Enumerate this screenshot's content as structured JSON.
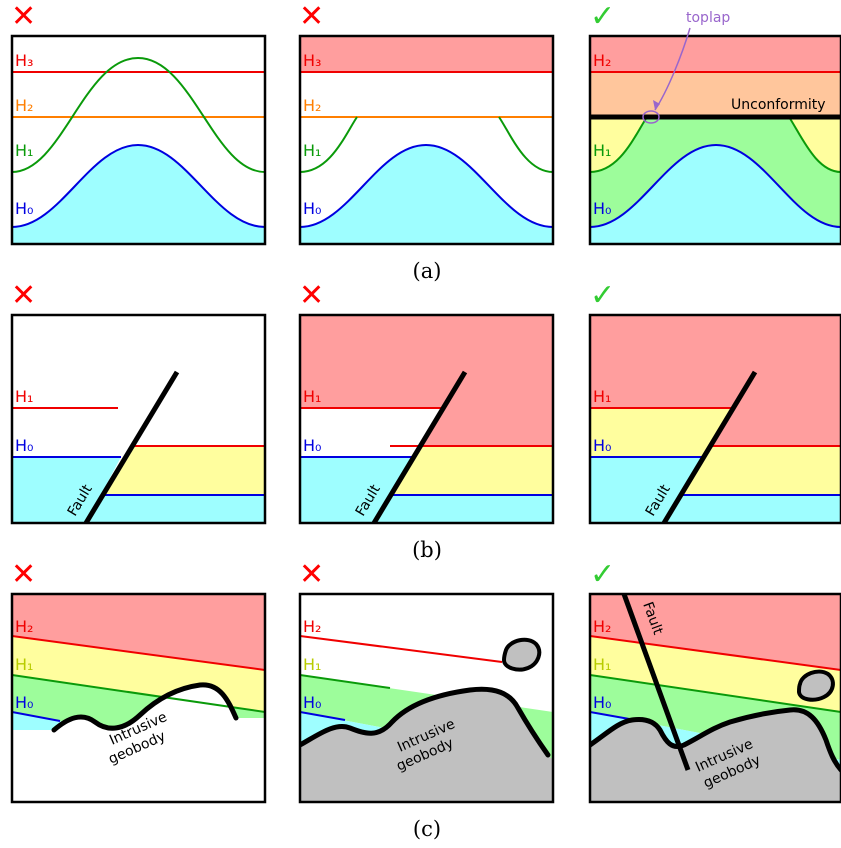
{
  "colors": {
    "red_layer": "#ff9e9e",
    "orange_layer": "#ffc69c",
    "yellow_layer": "#fffe9e",
    "green_layer": "#9dfd9b",
    "cyan_layer": "#9efeff",
    "intrusion": "#c0c0c0",
    "h3_line": "#f00000",
    "h2_line_a": "#ff7f00",
    "h2_line_c": "#f00000",
    "h1_line_red": "#f00000",
    "h1_line_green": "#0a9a0a",
    "h0_line": "#0000e0",
    "wrong_mark": "#ff0000",
    "right_mark": "#33cc33",
    "toplap": "#9966cc"
  },
  "icons": {
    "wrong": "cross-mark",
    "right": "check-mark"
  },
  "marks": {
    "wrong": "✕",
    "right": "✓"
  },
  "row_a": {
    "caption": "(a)",
    "panel1": {
      "h3": "H₃",
      "h2": "H₂",
      "h1": "H₁",
      "h0": "H₀"
    },
    "panel2": {
      "h3": "H₃",
      "h2": "H₂",
      "h1": "H₁",
      "h0": "H₀"
    },
    "panel3": {
      "h2": "H₂",
      "h1": "H₁",
      "h0": "H₀",
      "unconformity": "Unconformity",
      "toplap": "toplap"
    }
  },
  "row_b": {
    "caption": "(b)",
    "panel1": {
      "h1": "H₁",
      "h0": "H₀",
      "fault": "Fault"
    },
    "panel2": {
      "h1": "H₁",
      "h0": "H₀",
      "fault": "Fault"
    },
    "panel3": {
      "h1": "H₁",
      "h0": "H₀",
      "fault": "Fault"
    }
  },
  "row_c": {
    "caption": "(c)",
    "panel1": {
      "h2": "H₂",
      "h1": "H₁",
      "h0": "H₀",
      "intrusive_1": "Intrusive",
      "intrusive_2": "geobody"
    },
    "panel2": {
      "h2": "H₂",
      "h1": "H₁",
      "h0": "H₀",
      "intrusive_1": "Intrusive",
      "intrusive_2": "geobody"
    },
    "panel3": {
      "h2": "H₂",
      "h1": "H₁",
      "h0": "H₀",
      "fault": "Fault",
      "intrusive_1": "Intrusive",
      "intrusive_2": "geobody"
    }
  }
}
